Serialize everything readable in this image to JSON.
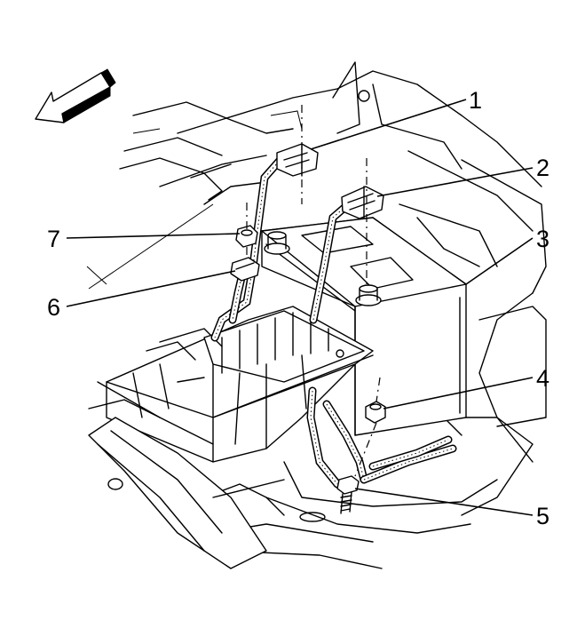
{
  "callouts": [
    {
      "id": "1",
      "label": "1"
    },
    {
      "id": "2",
      "label": "2"
    },
    {
      "id": "3",
      "label": "3"
    },
    {
      "id": "4",
      "label": "4"
    },
    {
      "id": "5",
      "label": "5"
    },
    {
      "id": "6",
      "label": "6"
    },
    {
      "id": "7",
      "label": "7"
    }
  ],
  "icons": {
    "direction_arrow": "front-direction-arrow-icon"
  }
}
